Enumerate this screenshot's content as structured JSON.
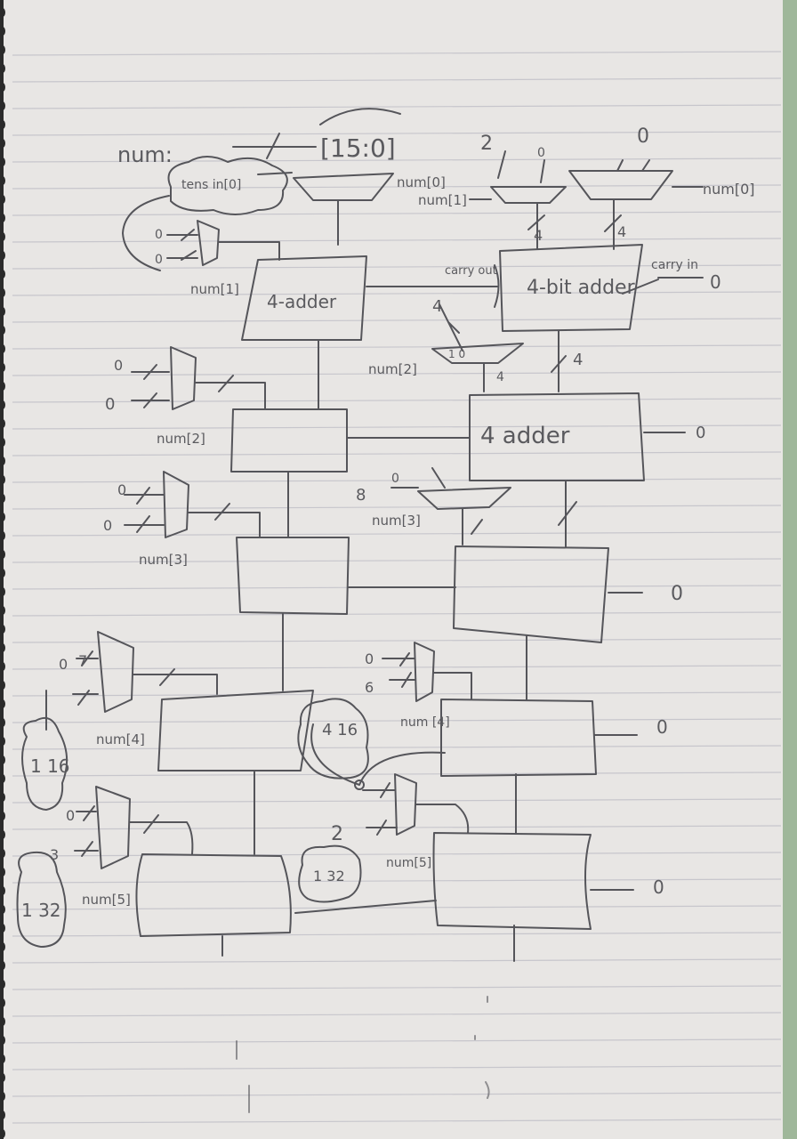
{
  "page": {
    "paper_color": "#e8e6e4",
    "rule_color": "#c7c6cc",
    "ink_color": "#55555a",
    "edge_color": "#9fb79a"
  },
  "header": {
    "signal_name": "num:",
    "bus_width": "[15:0]"
  },
  "top_stage": {
    "const_a": "2",
    "const_b": "0",
    "const_c": "0",
    "mux_a_label": "num[0]",
    "mux_b_label": "num[1]",
    "mux_c_label": "num[0]",
    "width_a": "4",
    "width_b": "4",
    "width_4": "4",
    "adder_label": "4-bit adder",
    "carry_out": "carry out",
    "carry_in": "carry in",
    "carry_in_value": "0",
    "tens_note": "tens in[0]"
  },
  "left_chain": {
    "mux1_label": "num[1]",
    "mux1_inputs": [
      "0",
      "0"
    ],
    "adder1_label": "4-adder",
    "mux2_label": "num[2]",
    "mux2_inputs": [
      "0",
      "0"
    ],
    "mux3_label": "num[3]",
    "mux3_inputs": [
      "0",
      "0"
    ],
    "mux4_label": "num[4]",
    "mux4_inputs": [
      "0",
      "7"
    ],
    "mux5_label": "num[5]",
    "mux5_inputs": [
      "0",
      "3"
    ],
    "note_16": "1 16",
    "note_32": "1 32"
  },
  "right_chain": {
    "mux_r2_label": "num[2]",
    "mux_r2_width": "4",
    "mux_r2_width_out": "4",
    "adder2_label": "4 adder",
    "adder2_out": "0",
    "mux_r3_label": "num[3]",
    "mux_r3_inputs": [
      "0",
      "8"
    ],
    "adder3_out": "0",
    "mux_r4_label": "num [4]",
    "mux_r4_inputs": [
      "0",
      "6"
    ],
    "adder4_out": "0",
    "note_mid": "4 16",
    "mux_r5_label": "num[5]",
    "mux_r5_inputs": [
      "2"
    ],
    "note_mid2": "1 32",
    "adder5_out": "0",
    "mux_signals": "1 0"
  }
}
